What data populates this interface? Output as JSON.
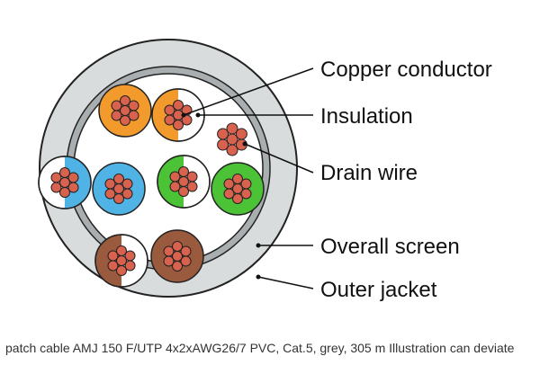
{
  "labels": {
    "copper_conductor": "Copper conductor",
    "insulation": "Insulation",
    "drain_wire": "Drain wire",
    "overall_screen": "Overall screen",
    "outer_jacket": "Outer jacket"
  },
  "caption": "patch cable AMJ 150 F/UTP 4x2xAWG26/7 PVC, Cat.5, grey, 305 m Illustration can deviate",
  "pairs": [
    {
      "name": "orange",
      "color": "#F39A2C"
    },
    {
      "name": "blue",
      "color": "#4FB3E6"
    },
    {
      "name": "green",
      "color": "#4CC236"
    },
    {
      "name": "brown",
      "color": "#9A5A3E"
    }
  ],
  "colors": {
    "jacket": "#D8DCDD",
    "screen": "#A9AEB0",
    "copper": "#D9624F",
    "outline": "#222222"
  }
}
